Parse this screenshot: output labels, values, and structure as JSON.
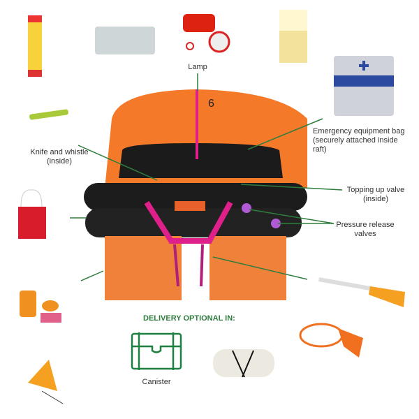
{
  "labels": {
    "lamp": "Lamp",
    "knife": "Knife and whistle (inside)",
    "bag": "Emergency equipment bag (securely attached inside raft)",
    "topping": "Topping up valve (inside)",
    "pressure": "Pressure release valves",
    "capacity": "6"
  },
  "delivery": {
    "title": "DELIVERY OPTIONAL IN:",
    "canister": "Canister"
  },
  "colors": {
    "raft": "#f47a2a",
    "tube": "#1c1c1c",
    "accent": "#e0208a",
    "arrow": "#2e7d3e",
    "green": "#1e8040"
  }
}
